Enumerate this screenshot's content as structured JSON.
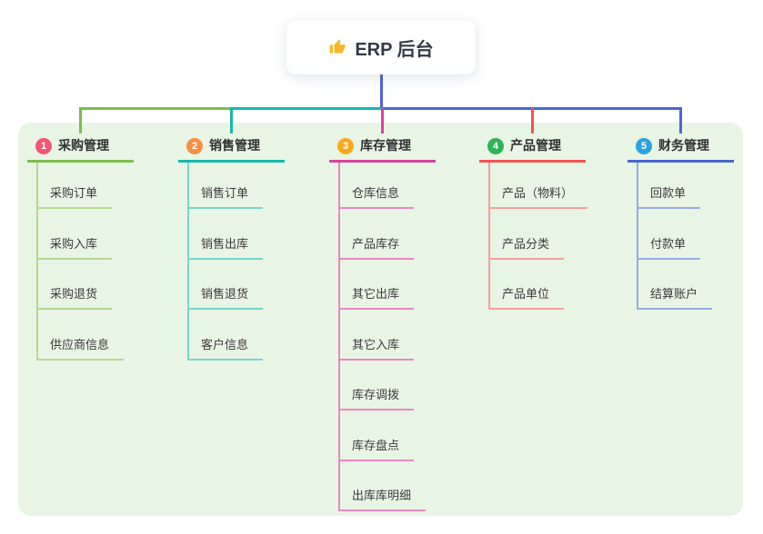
{
  "root": {
    "label": "ERP 后台",
    "icon": "thumbs-up-icon",
    "icon_color": "#f7b928"
  },
  "theme": {
    "canvas_bg": "#ffffff",
    "panel_bg": "#e8f5e4",
    "root_line_color": "#5560d8",
    "text_color": "#3a3a3a"
  },
  "branches": [
    {
      "label": "采购管理",
      "badge": "1",
      "badge_color": "#f25672",
      "line_color": "#7cbd4e",
      "child_line_color": "#b4da8e",
      "children": [
        "采购订单",
        "采购入库",
        "采购退货",
        "供应商信息"
      ]
    },
    {
      "label": "销售管理",
      "badge": "2",
      "badge_color": "#f78e44",
      "line_color": "#17b8ad",
      "child_line_color": "#78d5cc",
      "children": [
        "销售订单",
        "销售出库",
        "销售退货",
        "客户信息"
      ]
    },
    {
      "label": "库存管理",
      "badge": "3",
      "badge_color": "#f8a91f",
      "line_color": "#d9429f",
      "child_line_color": "#ee85c3",
      "children": [
        "仓库信息",
        "产品库存",
        "其它出库",
        "其它入库",
        "库存调拨",
        "库存盘点",
        "出库库明细"
      ]
    },
    {
      "label": "产品管理",
      "badge": "4",
      "badge_color": "#2fb357",
      "line_color": "#f4514f",
      "child_line_color": "#f89e99",
      "children": [
        "产品（物料）",
        "产品分类",
        "产品单位"
      ]
    },
    {
      "label": "财务管理",
      "badge": "5",
      "badge_color": "#29a4de",
      "line_color": "#4a66d2",
      "child_line_color": "#95abe7",
      "children": [
        "回款单",
        "付款单",
        "结算账户"
      ]
    }
  ]
}
